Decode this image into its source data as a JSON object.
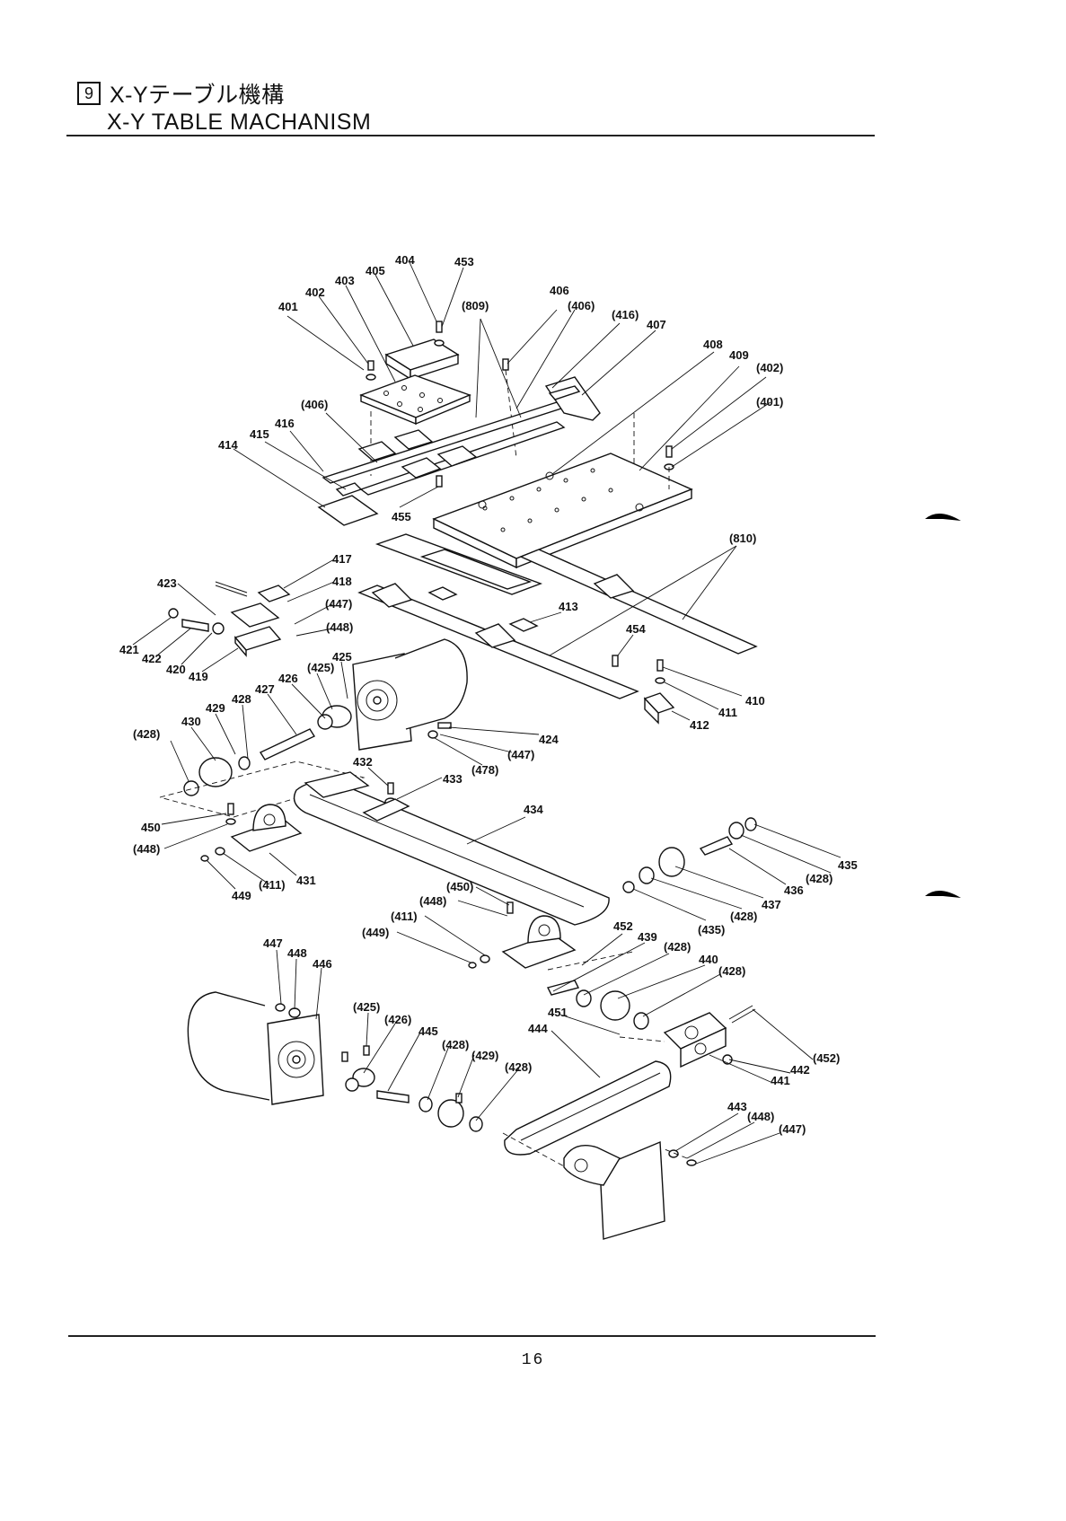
{
  "header": {
    "section_number": "9",
    "title_jp": "X-Yテーブル機構",
    "title_en": "X-Y TABLE MACHANISM"
  },
  "page_number": "16",
  "callouts": [
    "401",
    "402",
    "403",
    "404",
    "405",
    "453",
    "(809)",
    "406",
    "(406)",
    "(416)",
    "407",
    "408",
    "409",
    "(402)",
    "(401)",
    "(406)",
    "416",
    "415",
    "414",
    "455",
    "(810)",
    "417",
    "418",
    "(447)",
    "(448)",
    "423",
    "421",
    "422",
    "420",
    "419",
    "413",
    "454",
    "425",
    "(425)",
    "426",
    "427",
    "428",
    "429",
    "430",
    "(428)",
    "424",
    "(447)",
    "(478)",
    "410",
    "411",
    "412",
    "432",
    "433",
    "434",
    "450",
    "(448)",
    "449",
    "(411)",
    "431",
    "435",
    "(428)",
    "436",
    "437",
    "(428)",
    "(435)",
    "(450)",
    "(448)",
    "(411)",
    "(449)",
    "452",
    "439",
    "(428)",
    "440",
    "(428)",
    "447",
    "448",
    "446",
    "(425)",
    "(426)",
    "445",
    "(428)",
    "(429)",
    "(428)",
    "451",
    "444",
    "(452)",
    "442",
    "441",
    "443",
    "(448)",
    "(447)"
  ]
}
